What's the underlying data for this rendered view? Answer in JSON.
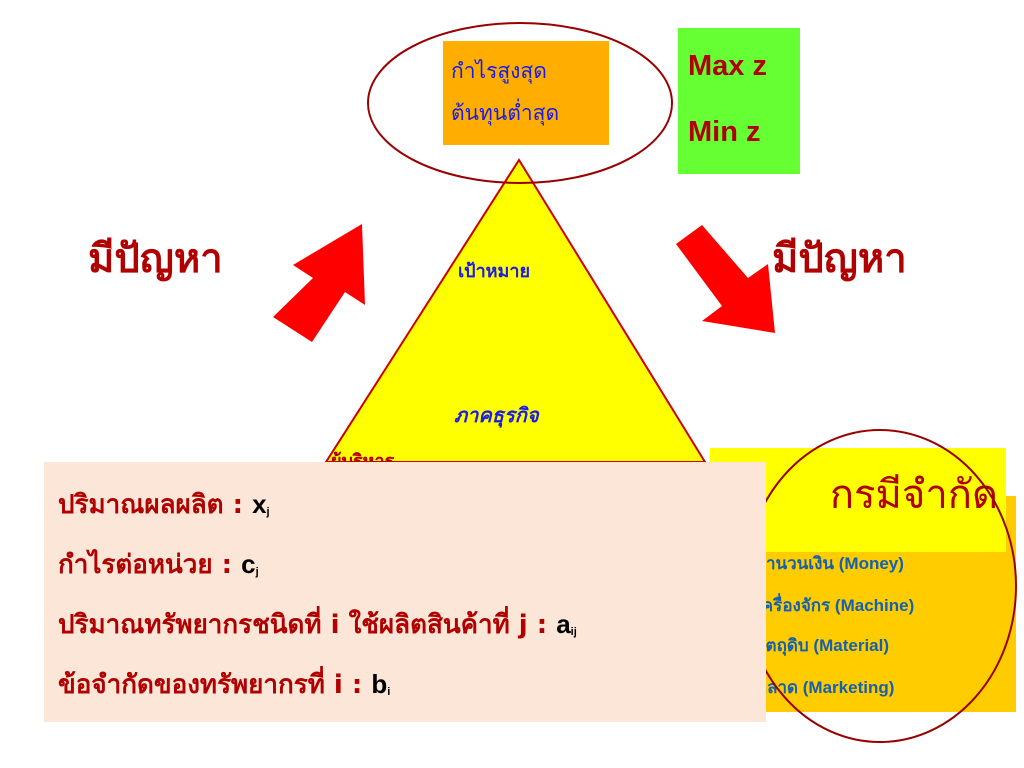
{
  "goal": {
    "line1": "กำไรสูงสุด",
    "line2": "ต้นทุนต่ำสุด"
  },
  "objective": {
    "max": "Max z",
    "min": "Min z"
  },
  "problem_left": "มีปัญหา",
  "problem_right": "มีปัญหา",
  "triangle": {
    "goal_label": "เป้าหมาย",
    "business_label": "ภาคธุรกิจ",
    "manager_label": "ผู้บริหาร"
  },
  "resources": {
    "label": "กรมีจำกัด",
    "items": [
      "จำนวนเงิน (Money)",
      "เครื่องจักร (Machine)",
      "วัตถุดิบ (Material)",
      "ตลาด (Marketing)"
    ]
  },
  "definitions": [
    {
      "text": "ปริมาณผลผลิต : ",
      "var": "x",
      "sub": "j"
    },
    {
      "text": "กำไรต่อหน่วย : ",
      "var": "c",
      "sub": "j"
    },
    {
      "text": "ปริมาณทรัพยากรชนิดที่ i ใช้ผลิตสินค้าที่ j : ",
      "var": "a",
      "sub": "ij"
    },
    {
      "text": "ข้อจำกัดของทรัพยากรที่ i : ",
      "var": "b",
      "sub": "i"
    }
  ],
  "colors": {
    "title_red": "#b00000",
    "text_blue": "#1b1be8",
    "triangle_yellow": "#ffff00",
    "arrow_red": "#ff0000",
    "orange": "#ffae00",
    "green": "#66ff33"
  }
}
